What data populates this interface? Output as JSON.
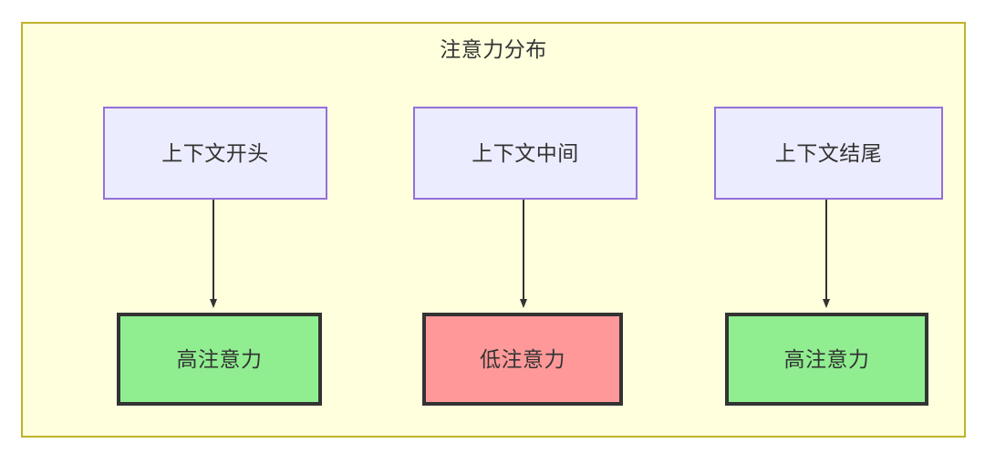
{
  "diagram": {
    "title": "注意力分布",
    "background_color": "#ffffde",
    "border_color": "#bfb32a",
    "type": "flowchart",
    "direction": "top-to-bottom",
    "columns": [
      {
        "source": {
          "label": "上下文开头",
          "fill": "#ececff",
          "stroke": "#9370db"
        },
        "result": {
          "label": "高注意力",
          "fill": "#90ee90",
          "stroke": "#333333",
          "level": "high"
        }
      },
      {
        "source": {
          "label": "上下文中间",
          "fill": "#ececff",
          "stroke": "#9370db"
        },
        "result": {
          "label": "低注意力",
          "fill": "#ff9999",
          "stroke": "#333333",
          "level": "low"
        }
      },
      {
        "source": {
          "label": "上下文结尾",
          "fill": "#ececff",
          "stroke": "#9370db"
        },
        "result": {
          "label": "高注意力",
          "fill": "#90ee90",
          "stroke": "#333333",
          "level": "high"
        }
      }
    ],
    "edges": [
      {
        "from": "上下文开头",
        "to": "高注意力",
        "style": "arrow"
      },
      {
        "from": "上下文中间",
        "to": "低注意力",
        "style": "arrow"
      },
      {
        "from": "上下文结尾",
        "to": "高注意力",
        "style": "arrow"
      }
    ]
  }
}
